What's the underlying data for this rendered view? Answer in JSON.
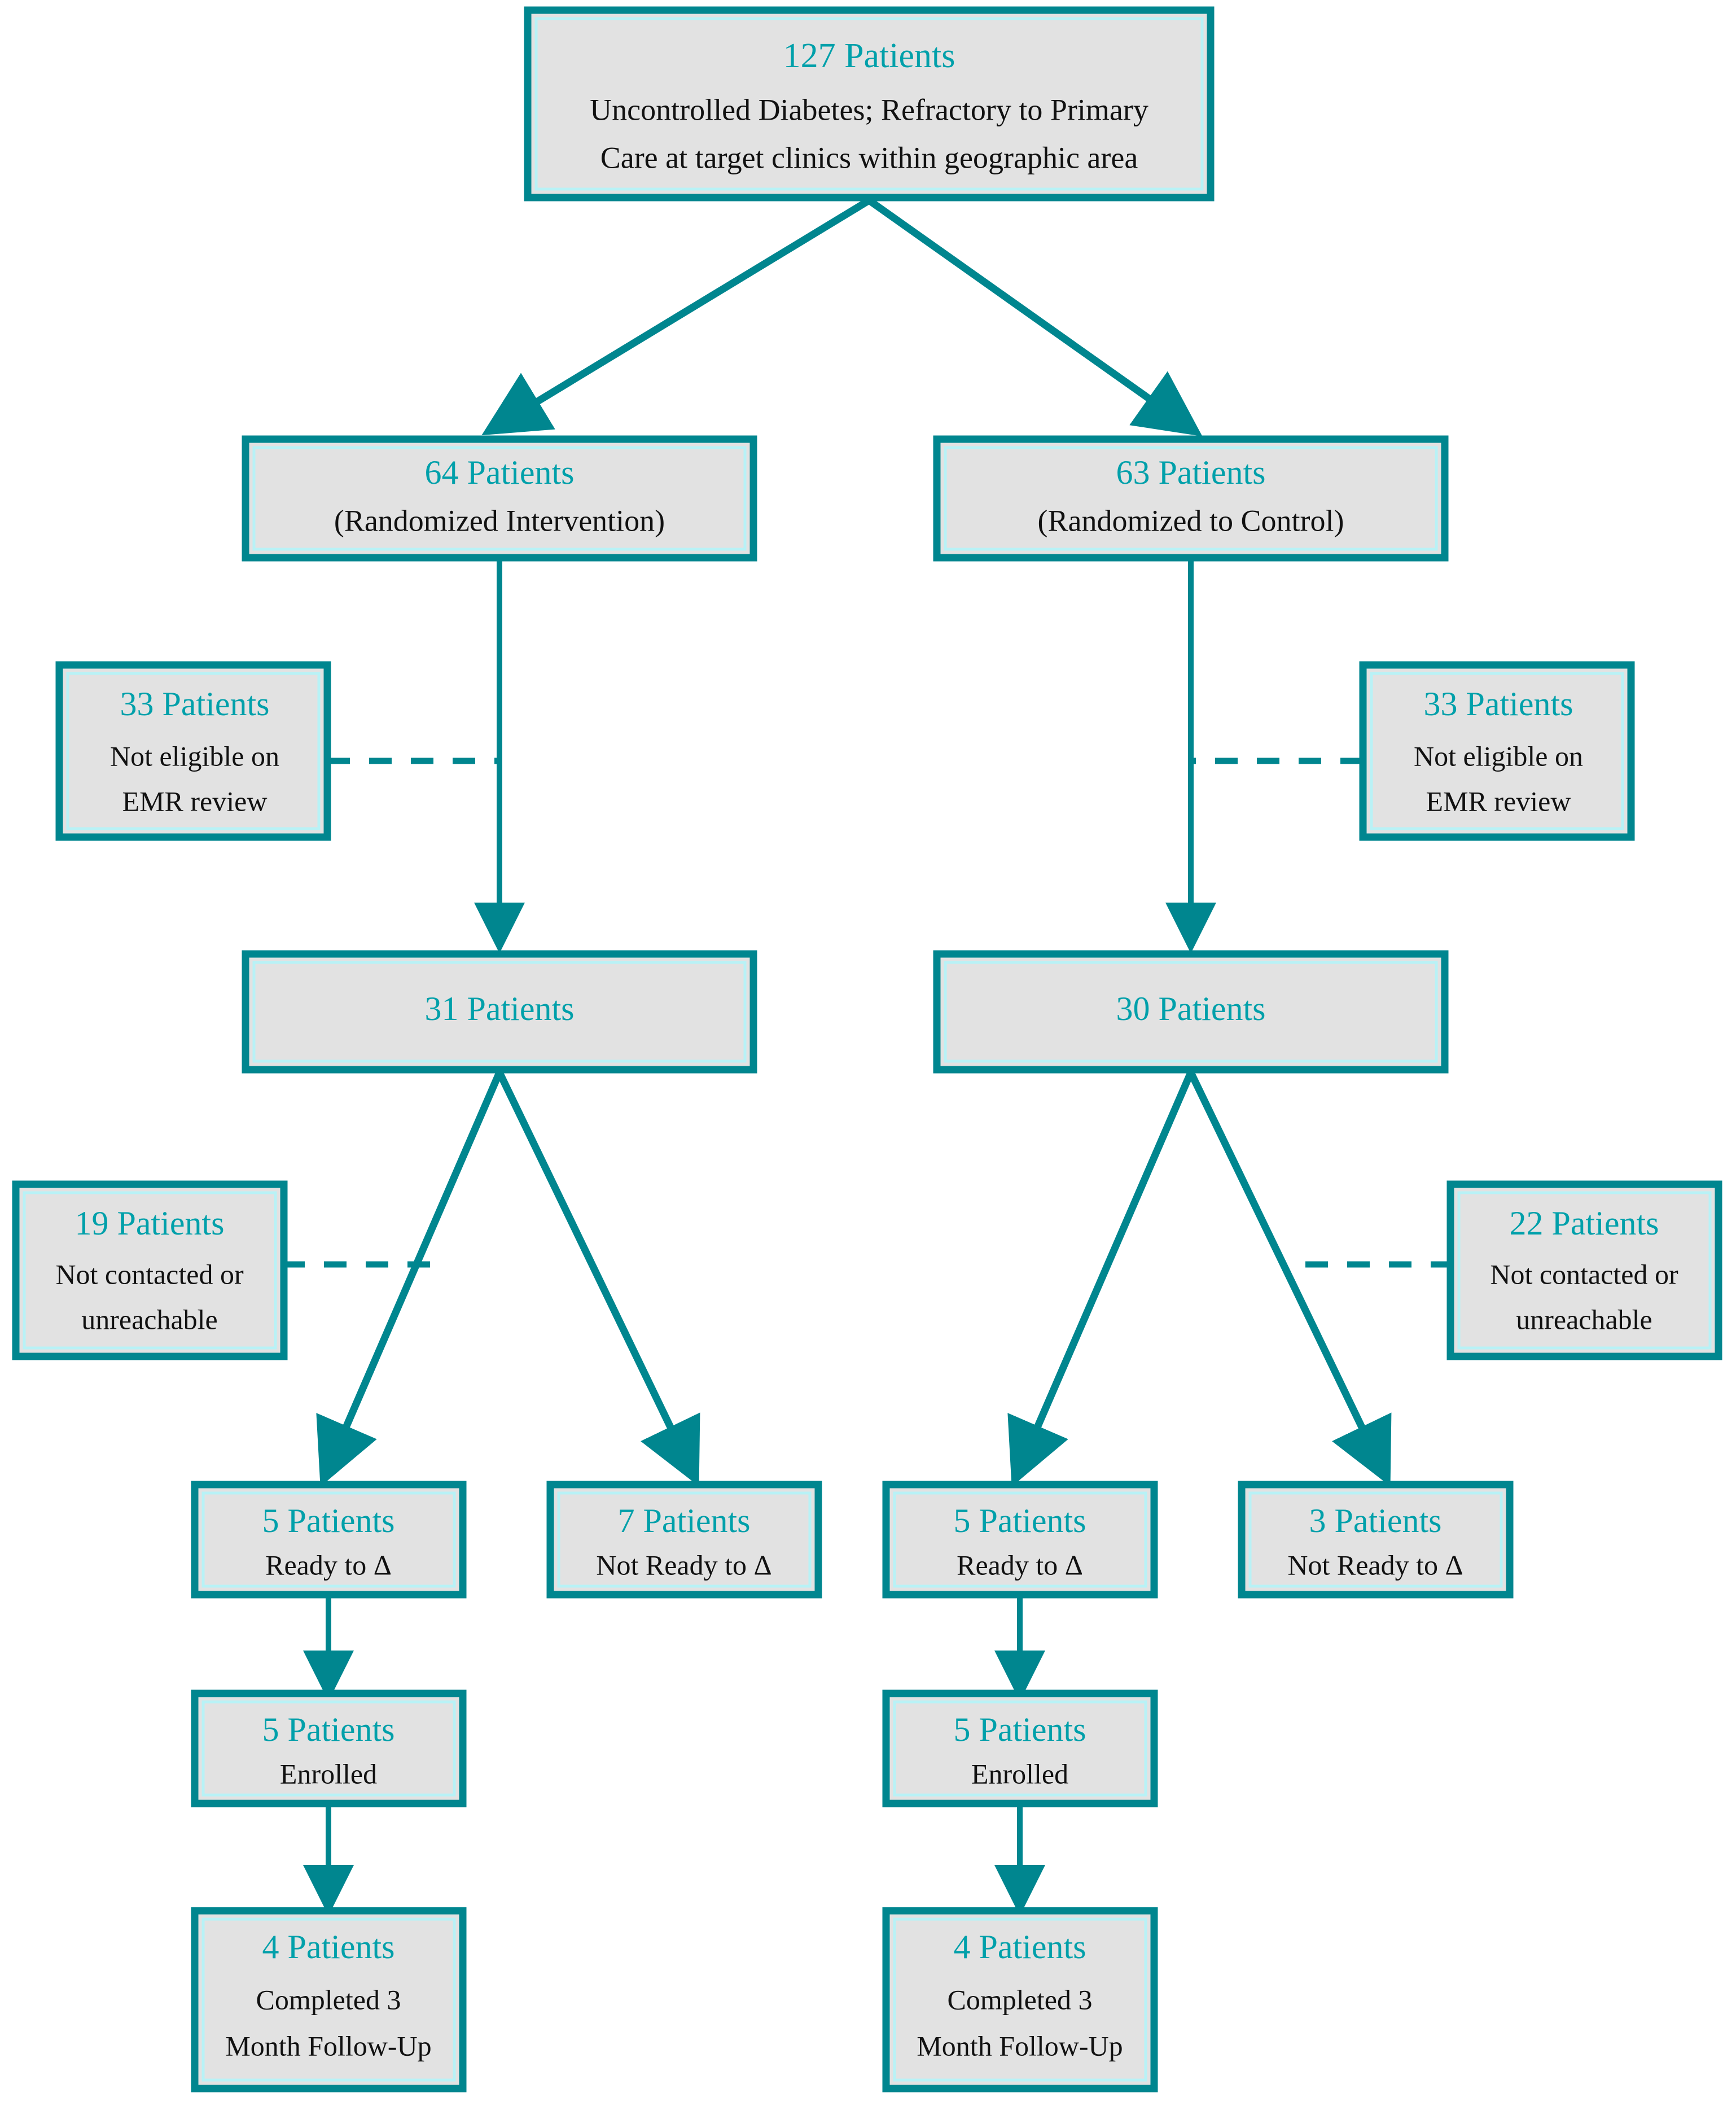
{
  "figure": {
    "title": "Patient enrollment and follow-up flow diagram",
    "colors": {
      "accent_teal": "#00868f",
      "count_text": "#00a0aa",
      "box_fill": "#e2e2e2",
      "body_text": "#111111",
      "background": "#ffffff"
    }
  },
  "chart_data": {
    "type": "diagram",
    "title": "Patient enrollment and follow-up flow diagram",
    "nodes": [
      {
        "id": "screened",
        "count": "127 Patients",
        "lines": [
          "Uncontrolled Diabetes; Refractory to Primary",
          "Care at target clinics within geographic area"
        ]
      },
      {
        "id": "intervention",
        "count": "64 Patients",
        "lines": [
          "(Randomized Intervention)"
        ]
      },
      {
        "id": "control",
        "count": "63 Patients",
        "lines": [
          "(Randomized to Control)"
        ]
      },
      {
        "id": "excl-left",
        "count": "33 Patients",
        "lines": [
          "Not eligible on",
          "EMR review"
        ]
      },
      {
        "id": "excl-right",
        "count": "33 Patients",
        "lines": [
          "Not eligible on",
          "EMR review"
        ]
      },
      {
        "id": "eligible-left",
        "count": "31 Patients",
        "lines": []
      },
      {
        "id": "eligible-right",
        "count": "30 Patients",
        "lines": []
      },
      {
        "id": "unreach-left",
        "count": "19 Patients",
        "lines": [
          "Not contacted or",
          "unreachable"
        ]
      },
      {
        "id": "unreach-right",
        "count": "22 Patients",
        "lines": [
          "Not contacted or",
          "unreachable"
        ]
      },
      {
        "id": "ready-left",
        "count": "5 Patients",
        "lines": [
          "Ready to Δ"
        ]
      },
      {
        "id": "notready-left",
        "count": "7 Patients",
        "lines": [
          "Not Ready to Δ"
        ]
      },
      {
        "id": "ready-right",
        "count": "5 Patients",
        "lines": [
          "Ready to Δ"
        ]
      },
      {
        "id": "notready-right",
        "count": "3 Patients",
        "lines": [
          "Not Ready to Δ"
        ]
      },
      {
        "id": "enrolled-left",
        "count": "5 Patients",
        "lines": [
          "Enrolled"
        ]
      },
      {
        "id": "enrolled-right",
        "count": "5 Patients",
        "lines": [
          "Enrolled"
        ]
      },
      {
        "id": "followup-left",
        "count": "4 Patients",
        "lines": [
          "Completed 3",
          "Month Follow-Up"
        ]
      },
      {
        "id": "followup-right",
        "count": "4 Patients",
        "lines": [
          "Completed 3",
          "Month Follow-Up"
        ]
      }
    ],
    "edges": [
      {
        "from": "screened",
        "to": "intervention",
        "style": "arrow"
      },
      {
        "from": "screened",
        "to": "control",
        "style": "arrow"
      },
      {
        "from": "intervention",
        "to": "eligible-left",
        "style": "arrow"
      },
      {
        "from": "control",
        "to": "eligible-right",
        "style": "arrow"
      },
      {
        "from": "excl-left",
        "to": "intervention",
        "style": "dashed"
      },
      {
        "from": "excl-right",
        "to": "control",
        "style": "dashed"
      },
      {
        "from": "eligible-left",
        "to": "ready-left",
        "style": "arrow"
      },
      {
        "from": "eligible-left",
        "to": "notready-left",
        "style": "arrow"
      },
      {
        "from": "eligible-right",
        "to": "ready-right",
        "style": "arrow"
      },
      {
        "from": "eligible-right",
        "to": "notready-right",
        "style": "arrow"
      },
      {
        "from": "unreach-left",
        "to": "eligible-left",
        "style": "dashed"
      },
      {
        "from": "unreach-right",
        "to": "eligible-right",
        "style": "dashed"
      },
      {
        "from": "ready-left",
        "to": "enrolled-left",
        "style": "arrow"
      },
      {
        "from": "ready-right",
        "to": "enrolled-right",
        "style": "arrow"
      },
      {
        "from": "enrolled-left",
        "to": "followup-left",
        "style": "arrow"
      },
      {
        "from": "enrolled-right",
        "to": "followup-right",
        "style": "arrow"
      }
    ]
  },
  "nodes": {
    "screened": {
      "count": "127 Patients",
      "line1": "Uncontrolled Diabetes; Refractory to Primary",
      "line2": "Care at target clinics within geographic area"
    },
    "intervention": {
      "count": "64 Patients",
      "line1": "(Randomized Intervention)"
    },
    "control": {
      "count": "63 Patients",
      "line1": "(Randomized to Control)"
    },
    "excl_left": {
      "count": "33 Patients",
      "line1": "Not eligible on",
      "line2": "EMR review"
    },
    "excl_right": {
      "count": "33 Patients",
      "line1": "Not eligible on",
      "line2": "EMR review"
    },
    "eligible_left": {
      "count": "31 Patients"
    },
    "eligible_right": {
      "count": "30 Patients"
    },
    "unreach_left": {
      "count": "19 Patients",
      "line1": "Not contacted or",
      "line2": "unreachable"
    },
    "unreach_right": {
      "count": "22 Patients",
      "line1": "Not contacted or",
      "line2": "unreachable"
    },
    "ready_left": {
      "count": "5 Patients",
      "line1": "Ready to Δ"
    },
    "notready_left": {
      "count": "7 Patients",
      "line1": "Not Ready to Δ"
    },
    "ready_right": {
      "count": "5 Patients",
      "line1": "Ready to Δ"
    },
    "notready_right": {
      "count": "3 Patients",
      "line1": "Not Ready to Δ"
    },
    "enrolled_left": {
      "count": "5 Patients",
      "line1": "Enrolled"
    },
    "enrolled_right": {
      "count": "5 Patients",
      "line1": "Enrolled"
    },
    "followup_left": {
      "count": "4 Patients",
      "line1": "Completed 3",
      "line2": "Month Follow-Up"
    },
    "followup_right": {
      "count": "4 Patients",
      "line1": "Completed 3",
      "line2": "Month Follow-Up"
    }
  }
}
